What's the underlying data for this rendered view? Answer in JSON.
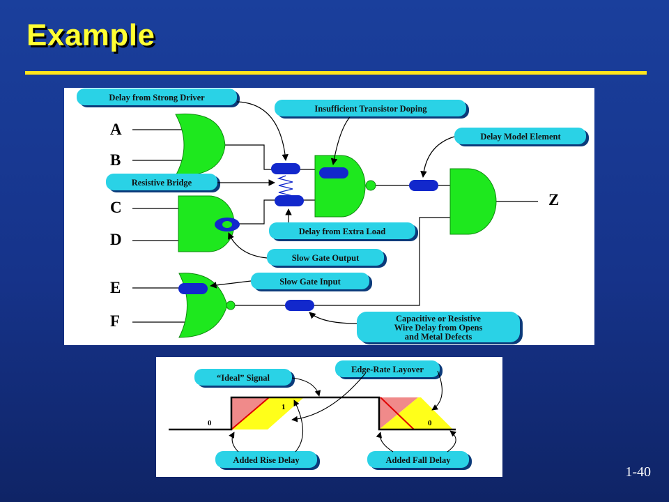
{
  "slide": {
    "title": "Example",
    "page_number": "1-40"
  },
  "diagram1": {
    "inputs": [
      "A",
      "B",
      "C",
      "D",
      "E",
      "F"
    ],
    "output": "Z",
    "callouts": {
      "strong_driver": "Delay from Strong Driver",
      "transistor_doping": "Insufficient Transistor Doping",
      "delay_model": "Delay Model Element",
      "resistive_bridge": "Resistive Bridge",
      "extra_load": "Delay from Extra Load",
      "slow_gate_output": "Slow Gate Output",
      "slow_gate_input": "Slow Gate Input",
      "wire_delay_1": "Capacitive or Resistive",
      "wire_delay_2": "Wire Delay from Opens",
      "wire_delay_3": "and Metal Defects"
    },
    "colors": {
      "gate": "#1ee81e",
      "delay_element": "#1228cc",
      "callout_fill": "#2ad2e6"
    }
  },
  "diagram2": {
    "callouts": {
      "ideal_signal": "“Ideal” Signal",
      "edge_rate": "Edge-Rate Layover",
      "rise_delay": "Added Rise Delay",
      "fall_delay": "Added Fall Delay"
    },
    "levels": {
      "low_left": "0",
      "high": "1",
      "low_right": "0"
    },
    "colors": {
      "delay_region": "#f08a8a",
      "layover_region": "#ffff1a"
    }
  }
}
